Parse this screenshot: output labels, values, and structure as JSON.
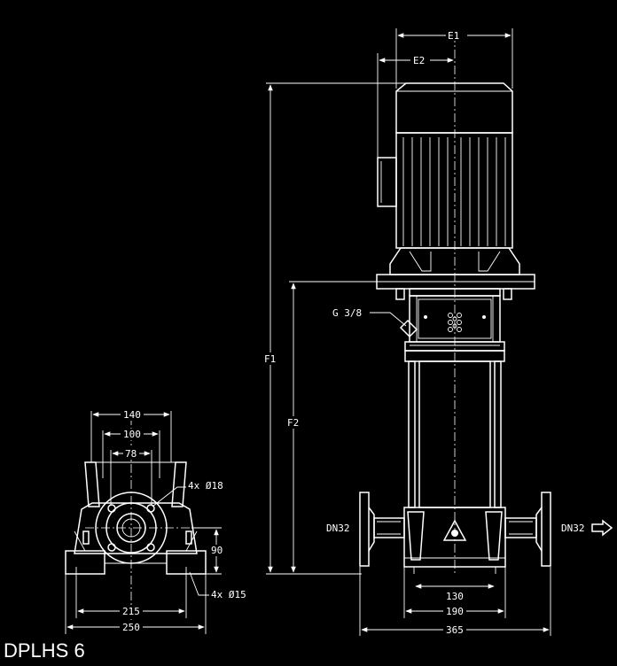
{
  "title": "DPLHS 6",
  "side_view": {
    "E1": "E1",
    "E2": "E2",
    "F1": "F1",
    "F2": "F2",
    "gauge_connection": "G 3/8",
    "inlet": "DN32",
    "outlet": "DN32",
    "d130": "130",
    "d190": "190",
    "d365": "365"
  },
  "base_view": {
    "d140": "140",
    "d100": "100",
    "d78": "78",
    "holes_top": "4x Ø18",
    "d90": "90",
    "holes_base": "4x Ø15",
    "d215": "215",
    "d250": "250"
  }
}
